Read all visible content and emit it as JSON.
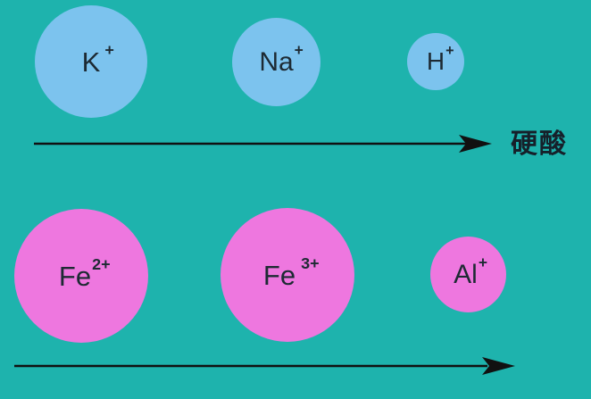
{
  "rows": [
    {
      "label": "硬酸",
      "ions": [
        {
          "symbol": "K",
          "charge": "+",
          "color": "#7cc3ee"
        },
        {
          "symbol": "Na",
          "charge": "+",
          "color": "#7cc3ee"
        },
        {
          "symbol": "H",
          "charge": "+",
          "color": "#7cc3ee"
        }
      ]
    },
    {
      "label": "",
      "ions": [
        {
          "symbol": "Fe",
          "charge": "2+",
          "color": "#ee77df"
        },
        {
          "symbol": "Fe",
          "charge": "3+",
          "color": "#ee77df"
        },
        {
          "symbol": "Al",
          "charge": "+",
          "color": "#ee77df"
        }
      ]
    }
  ],
  "colors": {
    "background": "#1eb3ad",
    "arrow": "#111111"
  }
}
